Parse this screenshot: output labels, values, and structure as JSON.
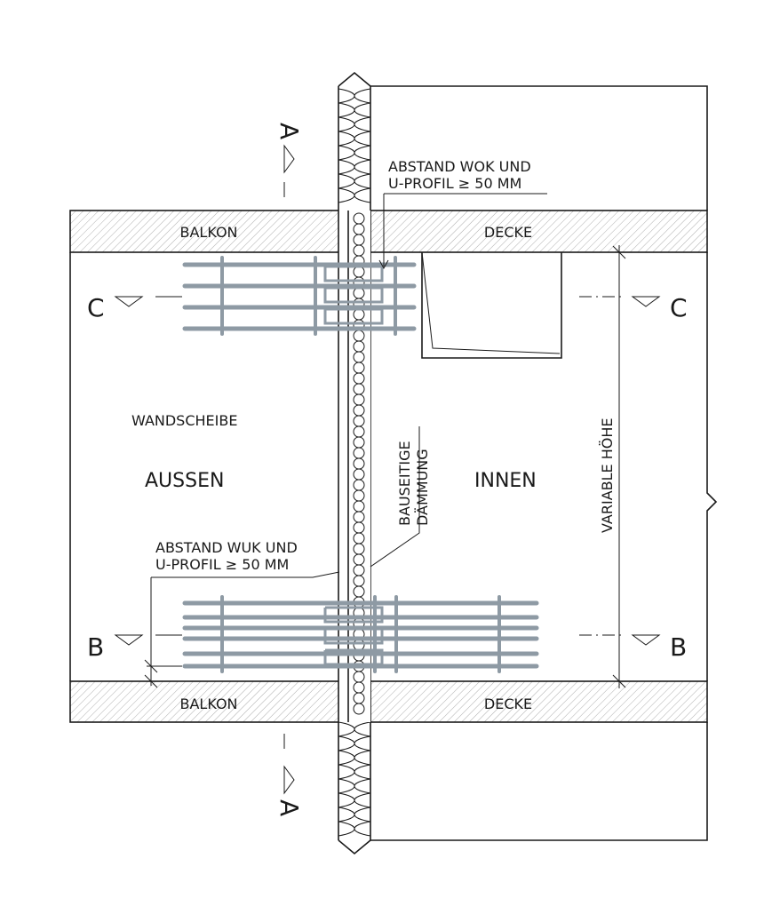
{
  "labels": {
    "slab_left_top": "BALKON",
    "slab_right_top": "DECKE",
    "slab_left_bottom": "BALKON",
    "slab_right_bottom": "DECKE",
    "wall_panel": "WANDSCHEIBE",
    "outside": "AUSSEN",
    "inside": "INNEN",
    "insulation_line1": "BAUSEITIGE",
    "insulation_line2": "DÄMMUNG",
    "height_dimension": "VARIABLE HÖHE",
    "note_top_line1": "ABSTAND WOK UND",
    "note_top_line2": "U-PROFIL ≥ 50 MM",
    "note_bottom_line1": "ABSTAND WUK UND",
    "note_bottom_line2": "U-PROFIL ≥ 50 MM"
  },
  "sections": {
    "a_top": "A",
    "a_bottom": "A",
    "c_left": "C",
    "c_right": "C",
    "b_left": "B",
    "b_right": "B"
  },
  "colors": {
    "line": "#1a1a1a",
    "rebar": "#8e9aa4",
    "hatch": "#9a9a9a"
  }
}
